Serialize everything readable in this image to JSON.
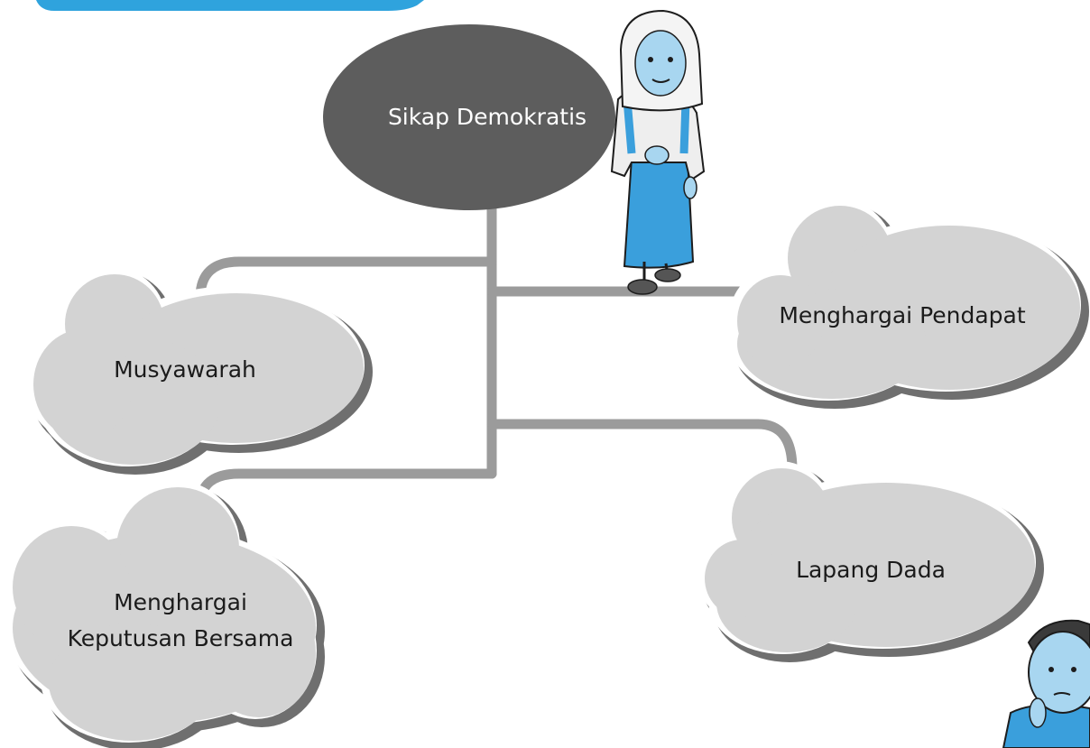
{
  "diagram": {
    "root": {
      "label": "Sikap Demokratis"
    },
    "nodes": [
      {
        "id": "musyawarah",
        "label": "Musyawarah"
      },
      {
        "id": "menghargai-pendapat",
        "label": "Menghargai Pendapat"
      },
      {
        "id": "menghargai-keputusan",
        "label_line1": "Menghargai",
        "label_line2": "Keputusan Bersama"
      },
      {
        "id": "lapang-dada",
        "label": "Lapang Dada"
      }
    ]
  },
  "colors": {
    "root_fill": "#5d5d5d",
    "connector": "#9b9b9b",
    "cloud_fill": "#d3d3d3",
    "cloud_shadow": "#6f6f6f",
    "character_clothing": "#3a9fdc",
    "character_skin": "#a8d6f0",
    "top_bar": "#2fa3dd"
  }
}
